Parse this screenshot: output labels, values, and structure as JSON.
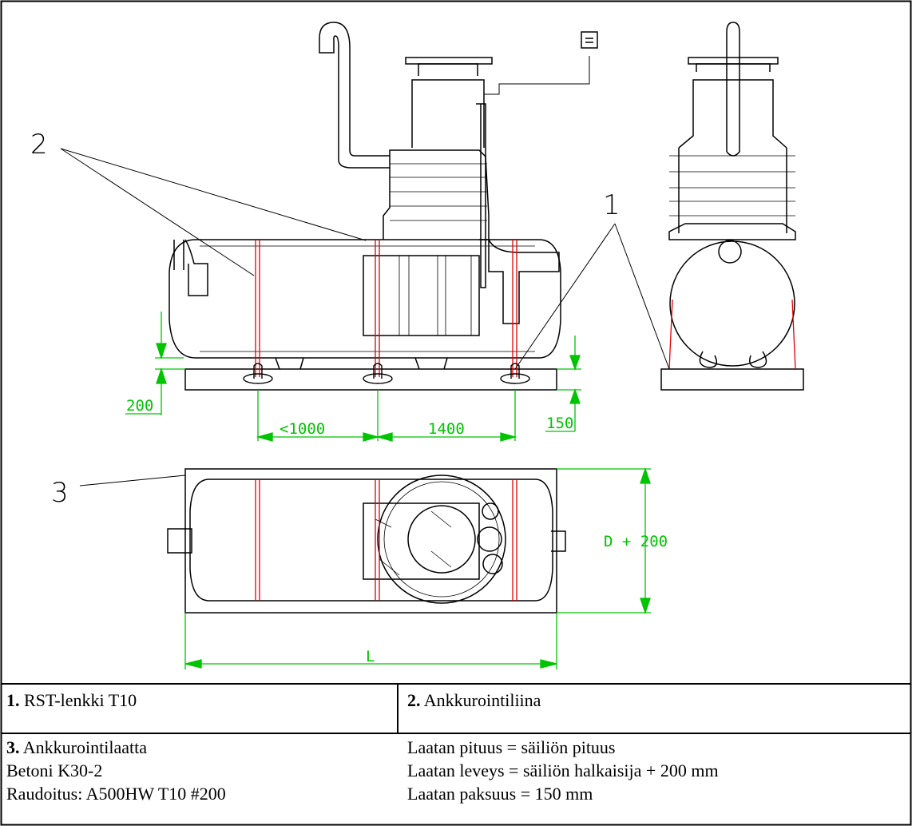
{
  "callouts": {
    "c1": "1",
    "c2": "2",
    "c3": "3"
  },
  "dimensions": {
    "d200": "200",
    "d150": "150",
    "spacing_left": "<1000",
    "spacing_right": "1400",
    "width": "D + 200",
    "length": "L"
  },
  "legend": {
    "item1": {
      "num": "1.",
      "text": " RST-lenkki T10"
    },
    "item2": {
      "num": "2.",
      "text": " Ankkurointiliina"
    },
    "item3": {
      "num": "3.",
      "text": " Ankkurointilaatta",
      "line2": "Betoni K30-2",
      "line3": "Raudoitus: A500HW T10 #200"
    },
    "specs": [
      "Laatan pituus = säiliön pituus",
      "Laatan leveys = säiliön halkaisija + 200 mm",
      "Laatan paksuus = 150 mm"
    ]
  },
  "colors": {
    "dimension": "#00c400",
    "strap": "#e00000",
    "line": "#000000"
  }
}
